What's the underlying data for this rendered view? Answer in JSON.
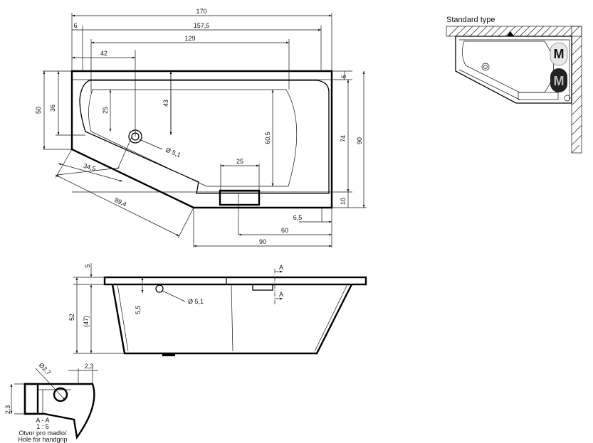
{
  "plan_view": {
    "dims": {
      "overall_width": "170",
      "offset_left": "6",
      "inner_length": "157,5",
      "drain_to_edge": "129",
      "drain_from_left": "42",
      "depth_left_outer": "50",
      "depth_left_inner": "36",
      "drain_depth_a": "25",
      "drain_depth_b": "43",
      "inner_depth": "60,5",
      "drain_diameter": "Ø 5,1",
      "seat_width": "25",
      "diagonal_short": "34,5",
      "diagonal_long": "89,4",
      "rim_top": "6",
      "inner_total": "74",
      "outer_total": "90",
      "rim_bottom": "10",
      "skirt_offset": "6,5",
      "bottom_60": "60",
      "bottom_90": "90"
    }
  },
  "inset": {
    "title": "Standard type",
    "motor_labels": [
      "M",
      "M"
    ]
  },
  "section_view": {
    "dims": {
      "rim": "5",
      "height_outer": "52",
      "height_inner": "(47)",
      "drain_offset": "5,5",
      "drain_diameter": "Ø 5,1",
      "section_mark_top": "A",
      "section_mark_bottom": "A"
    }
  },
  "detail_view": {
    "dims": {
      "hole_diameter": "Ø2,7",
      "top_offset": "2,3",
      "left_offset": "2,3"
    },
    "caption_section": "A - A",
    "caption_scale": "1 : 5",
    "caption_cz": "Otvor pro madlo/",
    "caption_en": "Hole for handgrip"
  }
}
